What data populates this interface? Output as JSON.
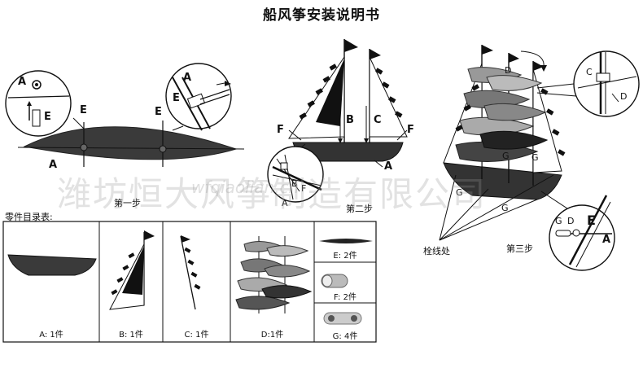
{
  "title": "船风筝安装说明书",
  "watermark": {
    "company": "潍坊恒大风筝制造有限公司",
    "site": "wfqiaolian.cn"
  },
  "steps": {
    "step1": "第一步",
    "step2": "第二步",
    "step3": "第三步"
  },
  "parts_title": "零件目录表:",
  "parts": {
    "a": "A: 1件",
    "b": "B: 1件",
    "c": "C: 1件",
    "d": "D:1件",
    "e": "E: 2件",
    "f": "F: 2件",
    "g": "G: 4件"
  },
  "callouts": {
    "tie_point": "栓线处"
  },
  "letters": {
    "A": "A",
    "B": "B",
    "C": "C",
    "D": "D",
    "E": "E",
    "F": "F",
    "G": "G"
  }
}
